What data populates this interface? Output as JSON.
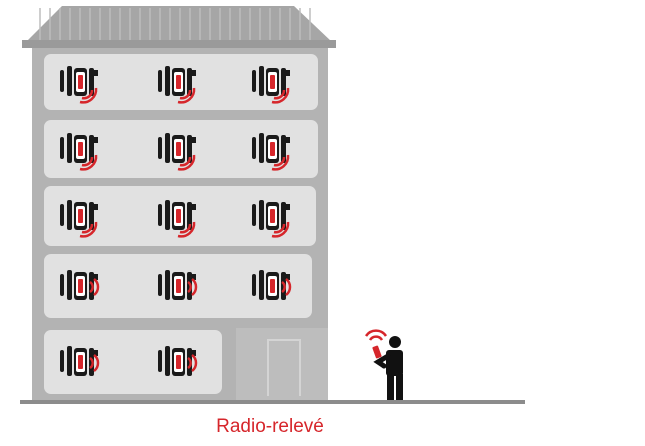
{
  "caption": "Radio-relevé",
  "colors": {
    "accent": "#d6262b",
    "building": "#b3b3b3",
    "panel": "#e1e1e1",
    "roof": "#a6a6a6",
    "radiator": "#1a1a1a",
    "ground": "#8c8c8c",
    "person": "#111111"
  },
  "floors": [
    {
      "name": "floor-5",
      "meters": 3
    },
    {
      "name": "floor-4",
      "meters": 3
    },
    {
      "name": "floor-3",
      "meters": 3
    },
    {
      "name": "floor-2",
      "meters": 3
    },
    {
      "name": "floor-1",
      "meters": 2
    }
  ],
  "icons": {
    "meter": "radiator-heat-meter-icon",
    "signal": "radio-signal-icon",
    "reader": "person-with-reader-icon"
  }
}
